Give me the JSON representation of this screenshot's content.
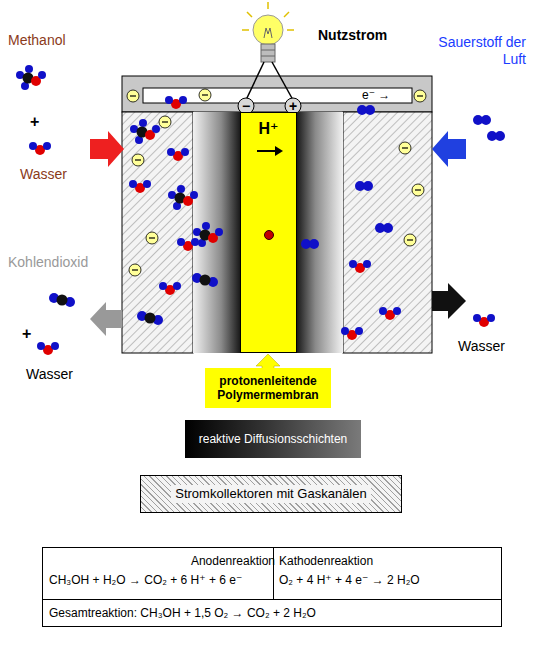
{
  "diagram": {
    "nodes": [
      {
        "text": [
          "H⁺"
        ]
      },
      {
        "text": [
          "Anodenreaktion",
          "CH₃OH + H₂O → CO₂ + 6 H⁺ + 6 e⁻",
          "Kathodenreaktion",
          "O₂ + 4 H⁺ + 4 e⁻ → 2 H₂O",
          "Gesamtreaktion: CH₃OH + 1,5 O₂ → CO₂ + 2 H₂O"
        ]
      }
    ],
    "labels": [
      "Nutzstrom",
      "e⁻ →",
      "−",
      "+",
      "Methanol",
      "+",
      "Wasser",
      "Sauerstoff der Luft",
      "Kohlendioxid",
      "+",
      "Wasser",
      "Wasser"
    ],
    "legend": [
      {
        "text": "protonenleitende Polymermembran",
        "color": "#ffff00"
      },
      {
        "text": "reaktive Diffusionsschichten"
      },
      {
        "text": "Stromkollektoren mit Gaskanälen"
      }
    ]
  }
}
